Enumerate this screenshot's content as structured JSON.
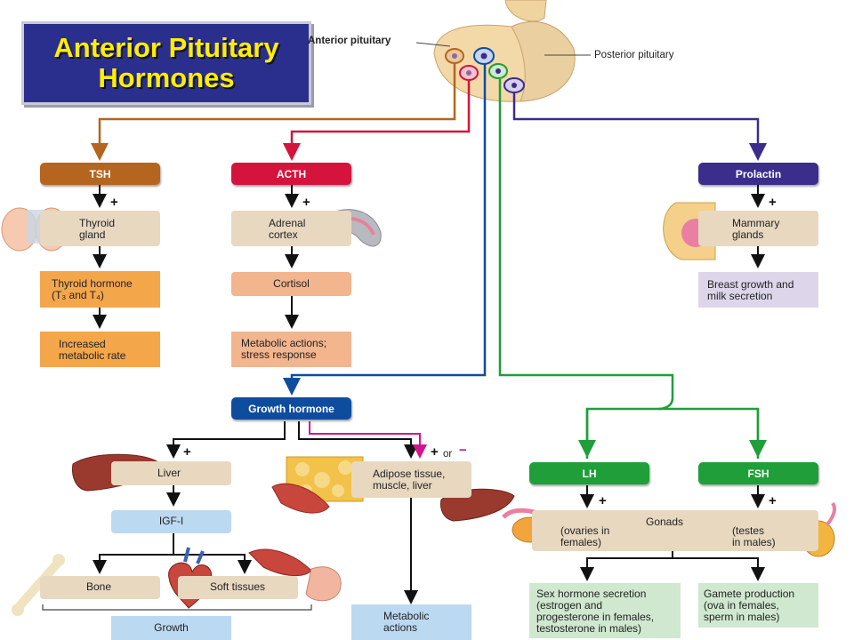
{
  "title": [
    "Anterior Pituitary",
    "Hormones"
  ],
  "gland_labels": {
    "anterior": "Anterior pituitary",
    "posterior": "Posterior pituitary"
  },
  "hormones": {
    "tsh": "TSH",
    "acth": "ACTH",
    "prolactin": "Prolactin",
    "gh": "Growth hormone",
    "lh": "LH",
    "fsh": "FSH"
  },
  "targets": {
    "thyroid": [
      "Thyroid",
      "gland"
    ],
    "thyroid_hormone": [
      "Thyroid hormone",
      "(T₃ and T₄)"
    ],
    "metabolic_rate": [
      "Increased",
      "metabolic rate"
    ],
    "adrenal": [
      "Adrenal",
      "cortex"
    ],
    "cortisol": "Cortisol",
    "metabolic_stress": [
      "Metabolic actions;",
      "stress response"
    ],
    "mammary": [
      "Mammary",
      "glands"
    ],
    "breast": [
      "Breast growth and",
      "milk secretion"
    ],
    "liver": "Liver",
    "igf": "IGF-I",
    "bone": "Bone",
    "soft": "Soft tissues",
    "growth": "Growth",
    "adipose": [
      "Adipose tissue,",
      "muscle, liver"
    ],
    "metabolic_actions": [
      "Metabolic",
      "actions"
    ],
    "gonads": "Gonads",
    "ovaries": [
      "(ovaries in",
      "females)"
    ],
    "testes": [
      "(testes",
      "in males)"
    ],
    "sex_hormone": [
      "Sex hormone secretion",
      "(estrogen and",
      "progesterone in females,",
      "testosterone in males)"
    ],
    "gamete": [
      "Gamete production",
      "(ova in females,",
      "sperm in males)"
    ]
  },
  "signs": {
    "plus": "+",
    "or": "or",
    "minus": "−"
  },
  "colors": {
    "tsh": "#b5651d",
    "acth": "#d4143c",
    "prolactin": "#3a2d8c",
    "gh": "#0e4d9e",
    "lh": "#1f9e3a",
    "fsh": "#1f9e3a",
    "title_bg": "#2a2e8c",
    "title_text": "#ffee00"
  }
}
